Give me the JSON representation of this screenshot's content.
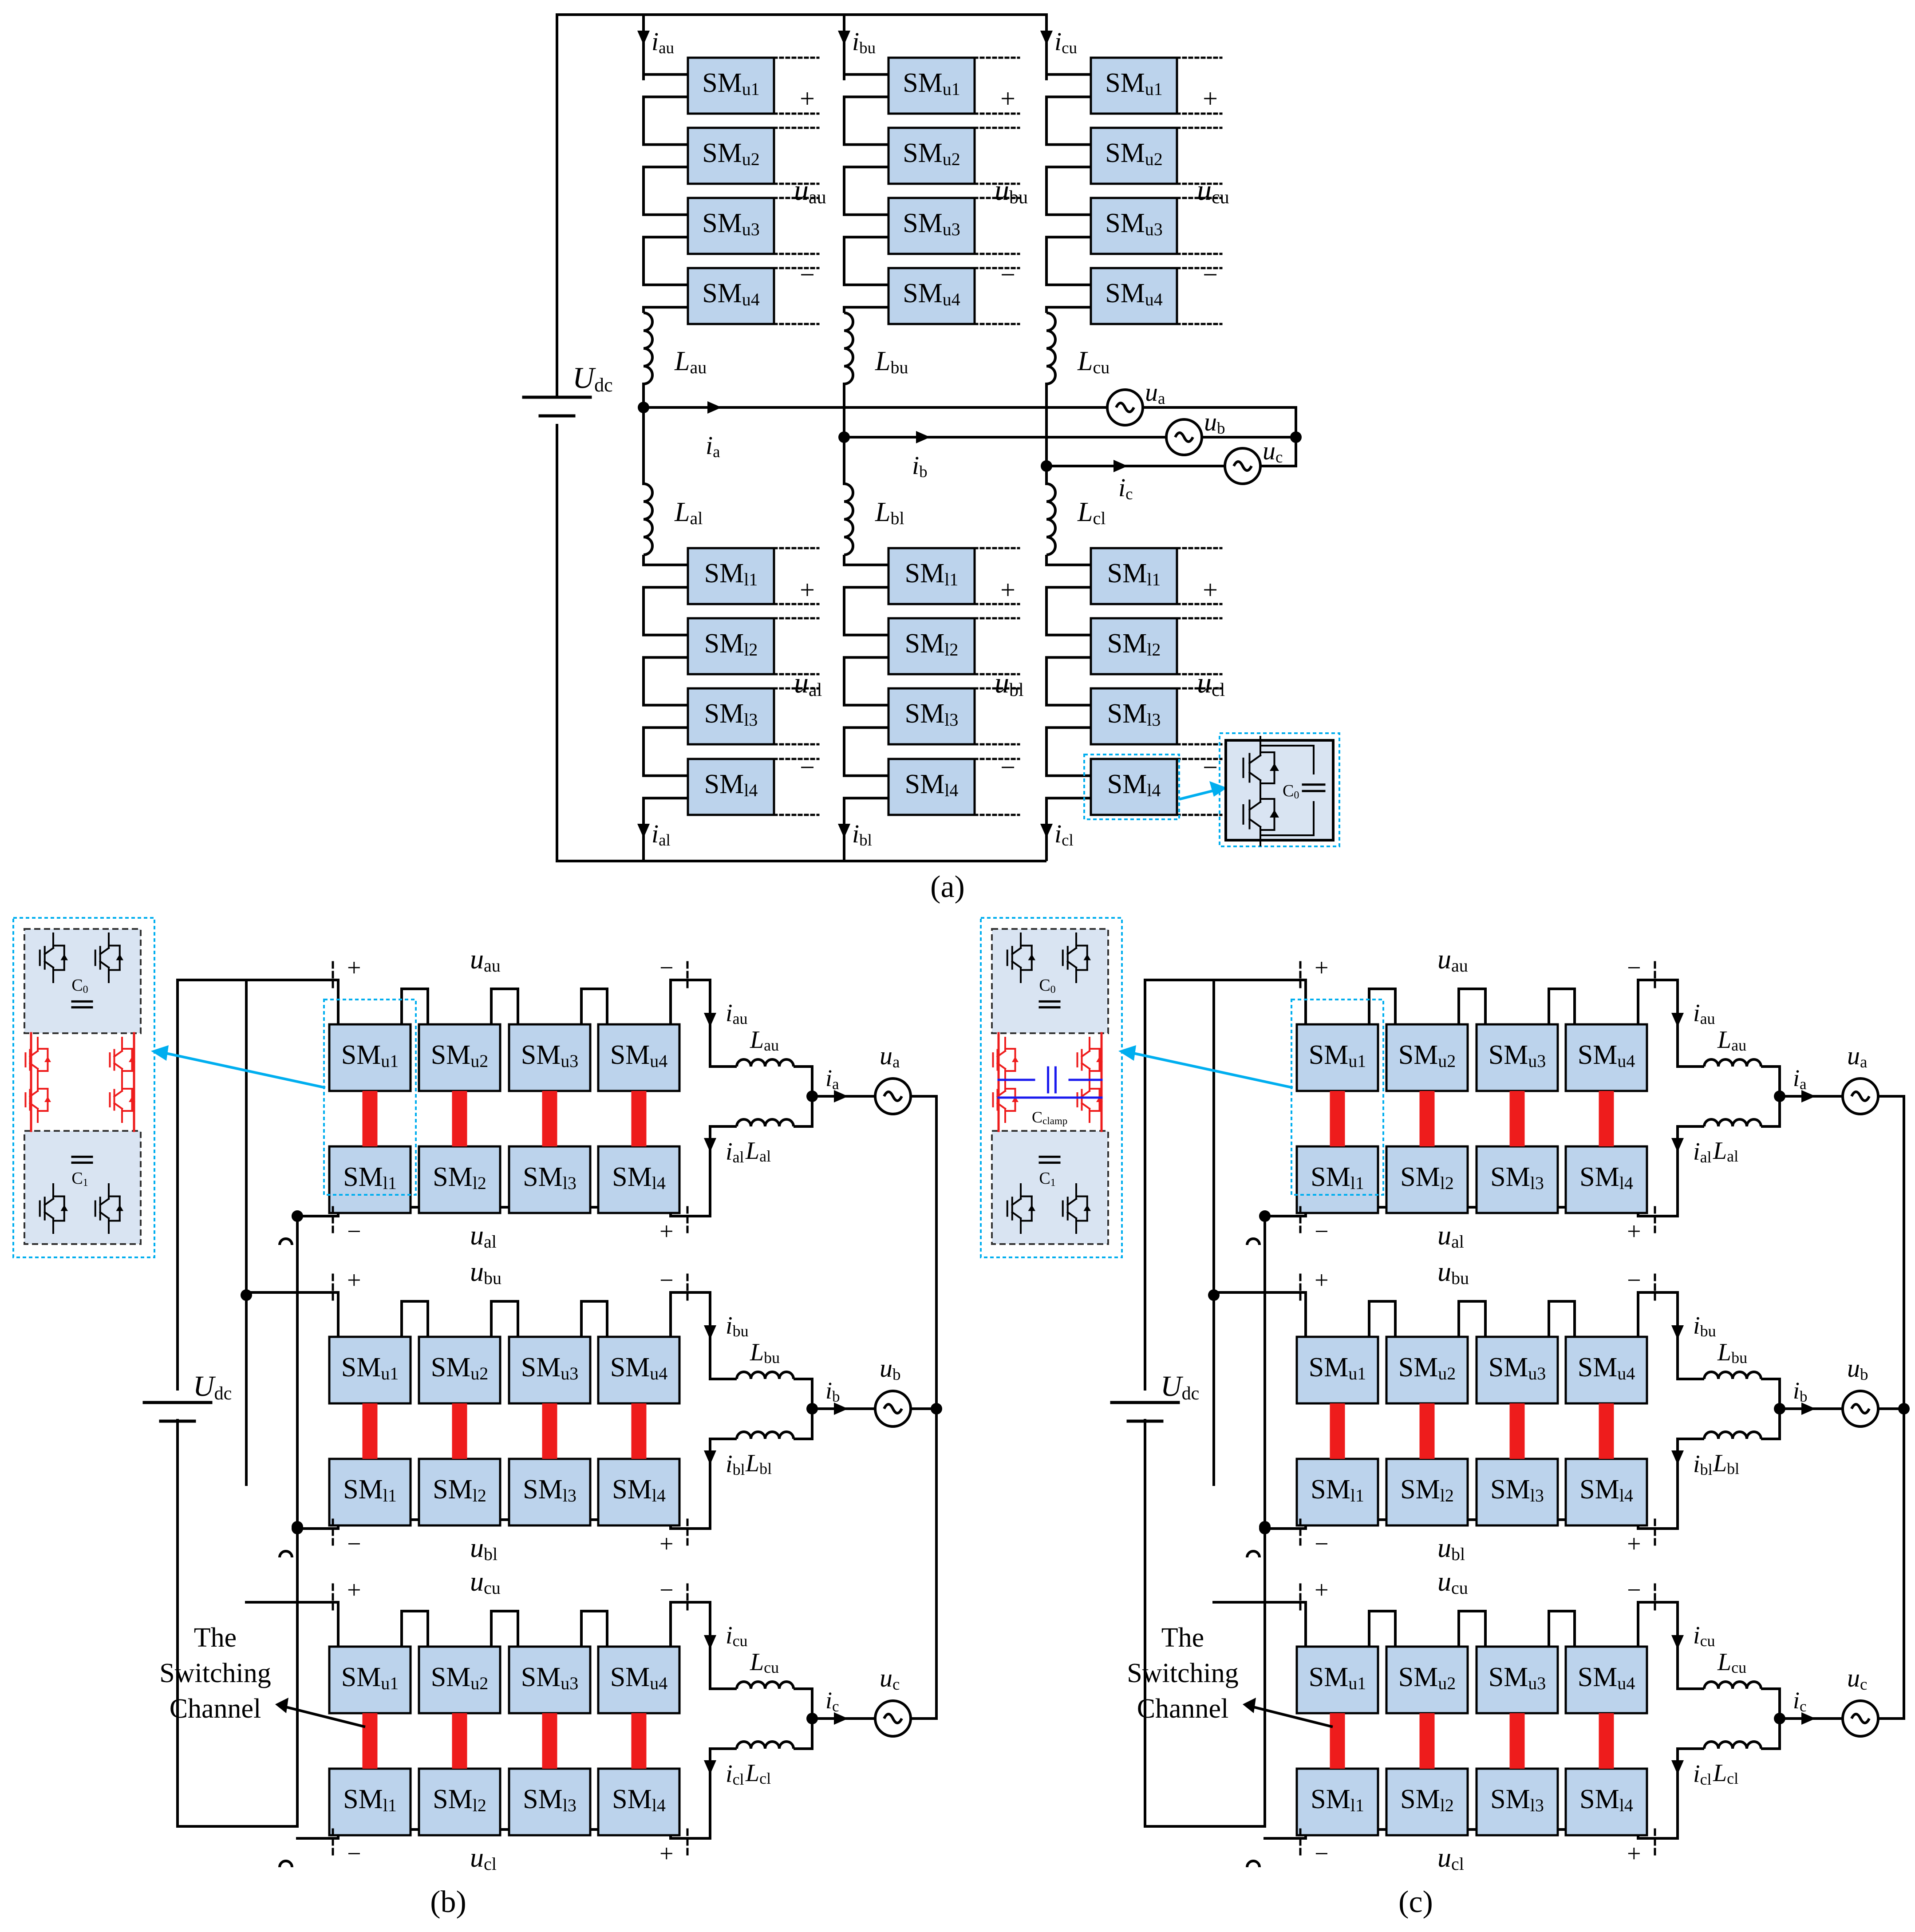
{
  "colors": {
    "module_fill": "#bcd3ec",
    "module_stroke": "#000000",
    "wire": "#000000",
    "switching_channel": "#ee1c1c",
    "callout": "#00aeef",
    "clamp_capacitor": "#1a1aee",
    "submodule_detail": "#d9e4f2"
  },
  "panel_a": {
    "caption": "(a)",
    "phases": [
      {
        "id": "a",
        "upper_current": {
          "main": "i",
          "sub": "au"
        },
        "lower_current": {
          "main": "i",
          "sub": "al"
        },
        "upper_modules": [
          {
            "main": "SM",
            "sub": "u1"
          },
          {
            "main": "SM",
            "sub": "u2"
          },
          {
            "main": "SM",
            "sub": "u3"
          },
          {
            "main": "SM",
            "sub": "u4"
          }
        ],
        "lower_modules": [
          {
            "main": "SM",
            "sub": "l1"
          },
          {
            "main": "SM",
            "sub": "l2"
          },
          {
            "main": "SM",
            "sub": "l3"
          },
          {
            "main": "SM",
            "sub": "l4"
          }
        ],
        "upper_voltage": {
          "main": "u",
          "sub": "au"
        },
        "lower_voltage": {
          "main": "u",
          "sub": "al"
        },
        "upper_inductor": {
          "main": "L",
          "sub": "au"
        },
        "lower_inductor": {
          "main": "L",
          "sub": "al"
        },
        "phase_current": {
          "main": "i",
          "sub": "a"
        },
        "source": {
          "main": "u",
          "sub": "a"
        }
      },
      {
        "id": "b",
        "upper_current": {
          "main": "i",
          "sub": "bu"
        },
        "lower_current": {
          "main": "i",
          "sub": "bl"
        },
        "upper_modules": [
          {
            "main": "SM",
            "sub": "u1"
          },
          {
            "main": "SM",
            "sub": "u2"
          },
          {
            "main": "SM",
            "sub": "u3"
          },
          {
            "main": "SM",
            "sub": "u4"
          }
        ],
        "lower_modules": [
          {
            "main": "SM",
            "sub": "l1"
          },
          {
            "main": "SM",
            "sub": "l2"
          },
          {
            "main": "SM",
            "sub": "l3"
          },
          {
            "main": "SM",
            "sub": "l4"
          }
        ],
        "upper_voltage": {
          "main": "u",
          "sub": "bu"
        },
        "lower_voltage": {
          "main": "u",
          "sub": "bl"
        },
        "upper_inductor": {
          "main": "L",
          "sub": "bu"
        },
        "lower_inductor": {
          "main": "L",
          "sub": "bl"
        },
        "phase_current": {
          "main": "i",
          "sub": "b"
        },
        "source": {
          "main": "u",
          "sub": "b"
        }
      },
      {
        "id": "c",
        "upper_current": {
          "main": "i",
          "sub": "cu"
        },
        "lower_current": {
          "main": "i",
          "sub": "cl"
        },
        "upper_modules": [
          {
            "main": "SM",
            "sub": "u1"
          },
          {
            "main": "SM",
            "sub": "u2"
          },
          {
            "main": "SM",
            "sub": "u3"
          },
          {
            "main": "SM",
            "sub": "u4"
          }
        ],
        "lower_modules": [
          {
            "main": "SM",
            "sub": "l1"
          },
          {
            "main": "SM",
            "sub": "l2"
          },
          {
            "main": "SM",
            "sub": "l3"
          },
          {
            "main": "SM",
            "sub": "l4"
          }
        ],
        "upper_voltage": {
          "main": "u",
          "sub": "cu"
        },
        "lower_voltage": {
          "main": "u",
          "sub": "cl"
        },
        "upper_inductor": {
          "main": "L",
          "sub": "cu"
        },
        "lower_inductor": {
          "main": "L",
          "sub": "cl"
        },
        "phase_current": {
          "main": "i",
          "sub": "c"
        },
        "source": {
          "main": "u",
          "sub": "c"
        }
      }
    ],
    "dc_source": {
      "main": "U",
      "sub": "dc"
    },
    "plus": "+",
    "minus": "−",
    "half_bridge_capacitor": {
      "main": "C",
      "sub": "0"
    }
  },
  "panel_b": {
    "caption": "(b)",
    "dc_source": {
      "main": "U",
      "sub": "dc"
    },
    "switching_channel_label": [
      "The",
      "Switching",
      "Channel"
    ],
    "detail_capacitors": [
      {
        "main": "C",
        "sub": "0"
      },
      {
        "main": "C",
        "sub": "1"
      }
    ]
  },
  "panel_c": {
    "caption": "(c)",
    "dc_source": {
      "main": "U",
      "sub": "dc"
    },
    "switching_channel_label": [
      "The",
      "Switching",
      "Channel"
    ],
    "detail_capacitors": [
      {
        "main": "C",
        "sub": "0"
      },
      {
        "main": "C",
        "sub": "1"
      }
    ],
    "clamp_capacitor": {
      "main": "C",
      "sub": "clamp"
    }
  },
  "blocks": [
    {
      "phase": "a",
      "upper_modules": [
        {
          "main": "SM",
          "sub": "u1"
        },
        {
          "main": "SM",
          "sub": "u2"
        },
        {
          "main": "SM",
          "sub": "u3"
        },
        {
          "main": "SM",
          "sub": "u4"
        }
      ],
      "lower_modules": [
        {
          "main": "SM",
          "sub": "l1"
        },
        {
          "main": "SM",
          "sub": "l2"
        },
        {
          "main": "SM",
          "sub": "l3"
        },
        {
          "main": "SM",
          "sub": "l4"
        }
      ],
      "upper_voltage": {
        "main": "u",
        "sub": "au"
      },
      "lower_voltage": {
        "main": "u",
        "sub": "al"
      },
      "upper_current": {
        "main": "i",
        "sub": "au"
      },
      "lower_current": {
        "main": "i",
        "sub": "al"
      },
      "upper_inductor": {
        "main": "L",
        "sub": "au"
      },
      "lower_inductor": {
        "main": "L",
        "sub": "al"
      },
      "phase_current": {
        "main": "i",
        "sub": "a"
      },
      "source": {
        "main": "u",
        "sub": "a"
      }
    },
    {
      "phase": "b",
      "upper_modules": [
        {
          "main": "SM",
          "sub": "u1"
        },
        {
          "main": "SM",
          "sub": "u2"
        },
        {
          "main": "SM",
          "sub": "u3"
        },
        {
          "main": "SM",
          "sub": "u4"
        }
      ],
      "lower_modules": [
        {
          "main": "SM",
          "sub": "l1"
        },
        {
          "main": "SM",
          "sub": "l2"
        },
        {
          "main": "SM",
          "sub": "l3"
        },
        {
          "main": "SM",
          "sub": "l4"
        }
      ],
      "upper_voltage": {
        "main": "u",
        "sub": "bu"
      },
      "lower_voltage": {
        "main": "u",
        "sub": "bl"
      },
      "upper_current": {
        "main": "i",
        "sub": "bu"
      },
      "lower_current": {
        "main": "i",
        "sub": "bl"
      },
      "upper_inductor": {
        "main": "L",
        "sub": "bu"
      },
      "lower_inductor": {
        "main": "L",
        "sub": "bl"
      },
      "phase_current": {
        "main": "i",
        "sub": "b"
      },
      "source": {
        "main": "u",
        "sub": "b"
      }
    },
    {
      "phase": "c",
      "upper_modules": [
        {
          "main": "SM",
          "sub": "u1"
        },
        {
          "main": "SM",
          "sub": "u2"
        },
        {
          "main": "SM",
          "sub": "u3"
        },
        {
          "main": "SM",
          "sub": "u4"
        }
      ],
      "lower_modules": [
        {
          "main": "SM",
          "sub": "l1"
        },
        {
          "main": "SM",
          "sub": "l2"
        },
        {
          "main": "SM",
          "sub": "l3"
        },
        {
          "main": "SM",
          "sub": "l4"
        }
      ],
      "upper_voltage": {
        "main": "u",
        "sub": "cu"
      },
      "lower_voltage": {
        "main": "u",
        "sub": "cl"
      },
      "upper_current": {
        "main": "i",
        "sub": "cu"
      },
      "lower_current": {
        "main": "i",
        "sub": "cl"
      },
      "upper_inductor": {
        "main": "L",
        "sub": "cu"
      },
      "lower_inductor": {
        "main": "L",
        "sub": "cl"
      },
      "phase_current": {
        "main": "i",
        "sub": "c"
      },
      "source": {
        "main": "u",
        "sub": "c"
      }
    }
  ]
}
